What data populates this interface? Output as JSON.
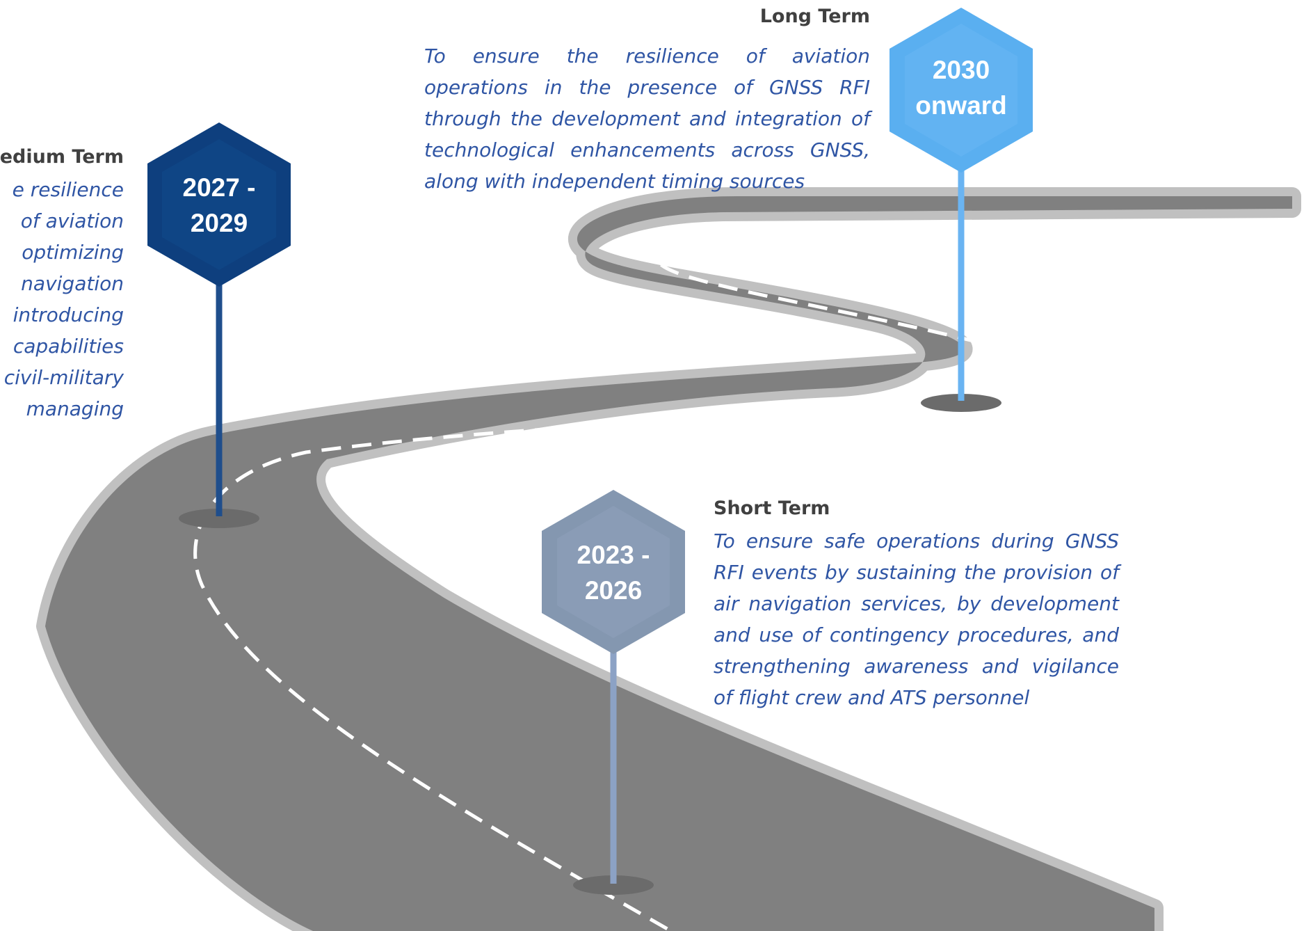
{
  "colors": {
    "road": "#808080",
    "road_edge": "#c0c0c0",
    "text_title": "#404040",
    "text_desc": "#2f55a4"
  },
  "milestones": {
    "short": {
      "period": [
        "2023 -",
        "2026"
      ],
      "title": "Short Term",
      "description": "To ensure safe operations during GNSS RFI events by sustaining the provision of air navigation services, by development and use of contingency procedures, and strengthening awareness and vigilance of flight crew and ATS personnel",
      "color": "#8497b0"
    },
    "medium": {
      "period": [
        "2027 -",
        "2029"
      ],
      "title": "edium Term",
      "description_lines": [
        "e resilience",
        "of aviation",
        "optimizing",
        "navigation",
        "introducing",
        "capabilities",
        "civil-military",
        "managing"
      ],
      "color": "#1f4e8c"
    },
    "long": {
      "period": [
        "2030",
        "onward"
      ],
      "title": "Long Term",
      "description": "To ensure the resilience of aviation operations in the presence of GNSS RFI through the development and integration of technological enhancements across GNSS, along with independent timing sources",
      "color": "#5aaff0"
    }
  }
}
